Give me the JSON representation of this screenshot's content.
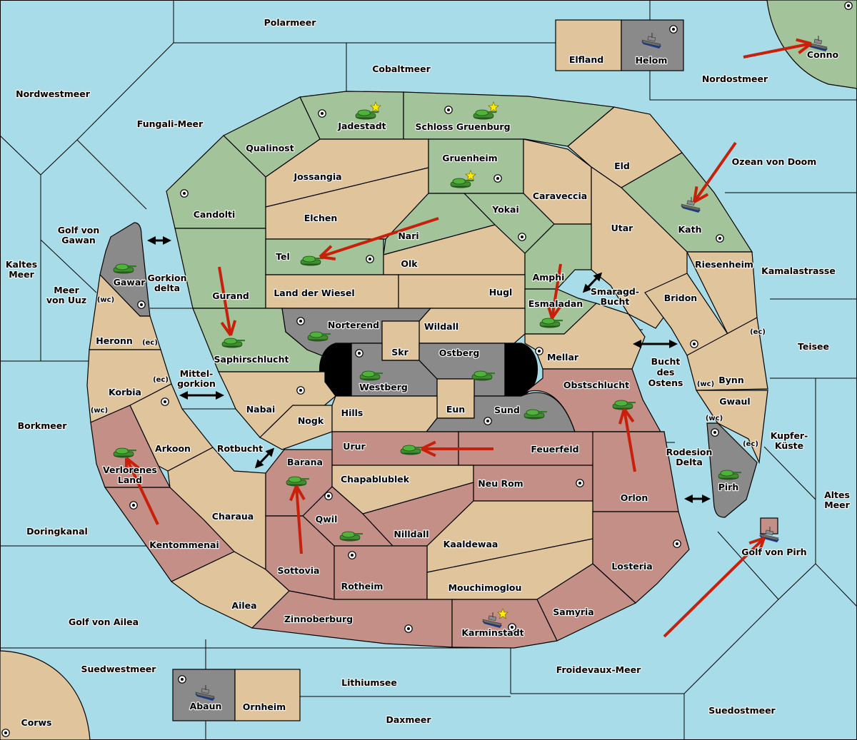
{
  "map": {
    "colors": {
      "sea": "#a7dce8",
      "neutral": "#e0c59c",
      "green_power": "#a3c49a",
      "red_power": "#c38f86",
      "gray_power": "#8a8a8a",
      "impassable": "#000000",
      "order_arrow": "#c8200a",
      "tank": "#3a9c2a",
      "fleet": "#6a6a6a",
      "star": "#ffee00"
    },
    "seas": {
      "polarmeer": "Polarmeer",
      "cobaltmeer": "Cobaltmeer",
      "nordwestmeer": "Nordwestmeer",
      "fungali_meer": "Fungali-Meer",
      "nordostmeer": "Nordostmeer",
      "ozean_von_doom": "Ozean von Doom",
      "golf_von_gawan": "Golf von Gawan",
      "kaltes_meer": "Kaltes Meer",
      "meer_von_uuz": "Meer von Uuz",
      "gorkion_delta": "Gorkion delta",
      "mittelgorkion": "Mittel- gorkion",
      "rotbucht": "Rotbucht",
      "borkmeer": "Borkmeer",
      "doringkanal": "Doringkanal",
      "golf_von_ailea": "Golf von Ailea",
      "suedwestmeer": "Suedwestmeer",
      "lithiumsee": "Lithiumsee",
      "daxmeer": "Daxmeer",
      "froidevaux_meer": "Froidevaux-Meer",
      "suedostmeer": "Suedostmeer",
      "golf_von_pirh": "Golf von Pirh",
      "altes_meer": "Altes Meer",
      "kupfer_kueste": "Kupfer- Küste",
      "teisee": "Teisee",
      "kamalastrasse": "Kamalastrasse",
      "smaragd_bucht": "Smaragd- Bucht",
      "bucht_des_ostens": "Bucht des Ostens",
      "rodesion_delta": "Rodesion Delta"
    },
    "lands": {
      "elfland": "Elfland",
      "helom": "Helom",
      "conno": "Conno",
      "jadestadt": "Jadestadt",
      "schloss_gruenburg": "Schloss Gruenburg",
      "qualinost": "Qualinost",
      "jossangia": "Jossangia",
      "gruenheim": "Gruenheim",
      "eld": "Eld",
      "caraveccia": "Caraveccia",
      "candolti": "Candolti",
      "elchen": "Elchen",
      "yokai": "Yokai",
      "nari": "Nari",
      "kath": "Kath",
      "utar": "Utar",
      "tel": "Tel",
      "olk": "Olk",
      "gurand": "Gurand",
      "land_der_wiesel": "Land der Wiesel",
      "hugl": "Hugl",
      "amphi": "Amphi",
      "esmaladan": "Esmaladan",
      "riesenheim": "Riesenheim",
      "bridon": "Bridon",
      "gawar": "Gawar",
      "heronn": "Heronn",
      "korbia": "Korbia",
      "saphirschlucht": "Saphirschlucht",
      "norterend": "Norterend",
      "wildall": "Wildall",
      "skr": "Skr",
      "ostberg": "Ostberg",
      "westberg": "Westberg",
      "mellar": "Mellar",
      "eun": "Eun",
      "sund": "Sund",
      "nabai": "Nabai",
      "nogk": "Nogk",
      "hills": "Hills",
      "obstschlucht": "Obstschlucht",
      "bynn": "Bynn",
      "gwaul": "Gwaul",
      "pirh": "Pirh",
      "arkoon": "Arkoon",
      "verlorenes_land": "Verlorenes Land",
      "urur": "Urur",
      "feuerfeld": "Feuerfeld",
      "barana": "Barana",
      "chapablublek": "Chapablublek",
      "neu_rom": "Neu Rom",
      "orlon": "Orlon",
      "charaua": "Charaua",
      "qwil": "Qwil",
      "nilldall": "Nilldall",
      "kaaldewaa": "Kaaldewaa",
      "kentommenai": "Kentommenai",
      "sottovia": "Sottovia",
      "rotheim": "Rotheim",
      "losteria": "Losteria",
      "mouchimoglou": "Mouchimoglou",
      "ailea": "Ailea",
      "samyria": "Samyria",
      "zinnoberburg": "Zinnoberburg",
      "karminstadt": "Karminstadt",
      "abaun": "Abaun",
      "ornheim": "Ornheim",
      "corws": "Corws"
    },
    "coast_tags": {
      "wc": "(wc)",
      "ec": "(ec)"
    },
    "units": [
      {
        "type": "army",
        "province": "Jadestadt",
        "power": "green",
        "home_star": true
      },
      {
        "type": "army",
        "province": "Schloss Gruenburg",
        "power": "green",
        "home_star": true
      },
      {
        "type": "army",
        "province": "Gruenheim",
        "power": "green",
        "home_star": true
      },
      {
        "type": "army",
        "province": "Tel",
        "power": "green",
        "home_star": false
      },
      {
        "type": "army",
        "province": "Gawar",
        "power": "green",
        "home_star": false
      },
      {
        "type": "army",
        "province": "Saphirschlucht",
        "power": "green",
        "home_star": false
      },
      {
        "type": "army",
        "province": "Norterend",
        "power": "green",
        "home_star": false
      },
      {
        "type": "army",
        "province": "Westberg",
        "power": "green",
        "home_star": false
      },
      {
        "type": "army",
        "province": "Ostberg",
        "power": "green",
        "home_star": false
      },
      {
        "type": "army",
        "province": "Sund",
        "power": "green",
        "home_star": false
      },
      {
        "type": "army",
        "province": "Esmaladan",
        "power": "green",
        "home_star": false
      },
      {
        "type": "army",
        "province": "Obstschlucht",
        "power": "green",
        "home_star": false
      },
      {
        "type": "army",
        "province": "Pirh",
        "power": "green",
        "home_star": false
      },
      {
        "type": "army",
        "province": "Verlorenes Land",
        "power": "green",
        "home_star": false
      },
      {
        "type": "army",
        "province": "Barana",
        "power": "green",
        "home_star": false
      },
      {
        "type": "army",
        "province": "Qwil",
        "power": "green",
        "home_star": false
      },
      {
        "type": "army",
        "province": "Urur",
        "power": "green",
        "home_star": false
      },
      {
        "type": "fleet",
        "province": "Helom",
        "power": "gray",
        "home_star": false
      },
      {
        "type": "fleet",
        "province": "Conno",
        "power": "gray",
        "home_star": false
      },
      {
        "type": "fleet",
        "province": "Kath",
        "power": "gray",
        "home_star": false
      },
      {
        "type": "fleet",
        "province": "Karminstadt",
        "power": "gray",
        "home_star": true
      },
      {
        "type": "fleet",
        "province": "Abaun",
        "power": "gray",
        "home_star": false
      },
      {
        "type": "fleet",
        "province": "Golf von Pirh",
        "power": "red",
        "home_star": false
      }
    ],
    "orders": [
      {
        "from": "Nordostmeer",
        "to": "Conno"
      },
      {
        "from": "Ozean von Doom",
        "to": "Kath"
      },
      {
        "from": "Nari",
        "to": "Tel"
      },
      {
        "from": "Gurand",
        "to": "Saphirschlucht"
      },
      {
        "from": "Amphi",
        "to": "Esmaladan"
      },
      {
        "from": "Feuerfeld",
        "to": "Urur"
      },
      {
        "from": "Orlon",
        "to": "Obstschlucht"
      },
      {
        "from": "Sottovia",
        "to": "Barana"
      },
      {
        "from": "Kentommenai",
        "to": "Verlorenes Land"
      },
      {
        "from": "Froidevaux-Meer",
        "to": "Golf von Pirh"
      }
    ]
  }
}
